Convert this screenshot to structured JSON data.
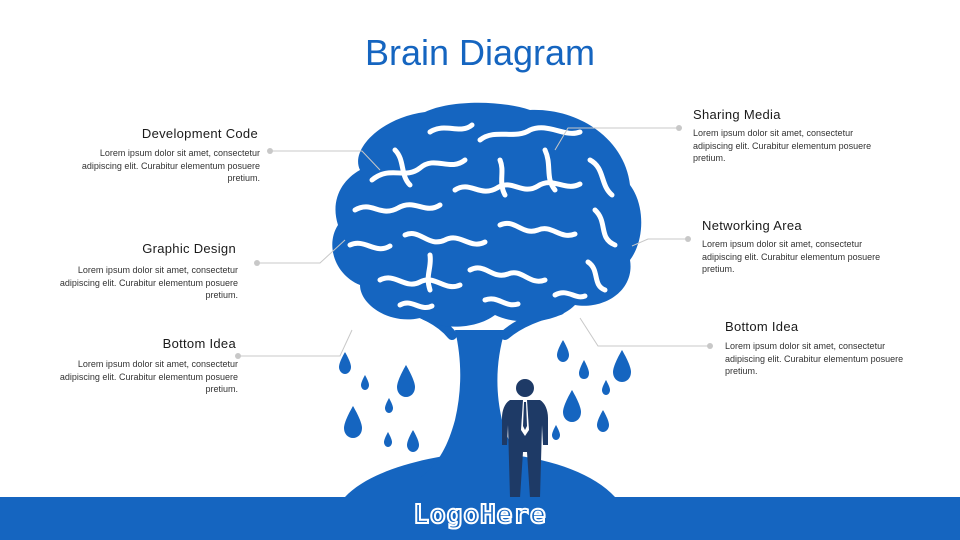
{
  "title": "Brain Diagram",
  "logo": "LogoHere",
  "colors": {
    "primary": "#1565c0",
    "dark_figure": "#1e3a66",
    "leader_line": "#c8c8c8"
  },
  "labels": {
    "development_code": {
      "heading": "Development Code",
      "body": "Lorem ipsum dolor sit amet, consectetur adipiscing elit. Curabitur elementum posuere pretium."
    },
    "graphic_design": {
      "heading": "Graphic Design",
      "body": "Lorem ipsum dolor sit amet, consectetur adipiscing elit. Curabitur elementum posuere pretium."
    },
    "bottom_idea_left": {
      "heading": "Bottom Idea",
      "body": "Lorem ipsum dolor sit amet, consectetur adipiscing elit. Curabitur elementum posuere pretium."
    },
    "sharing_media": {
      "heading": "Sharing Media",
      "body": "Lorem ipsum dolor sit amet, consectetur adipiscing elit. Curabitur elementum posuere pretium."
    },
    "networking_area": {
      "heading": "Networking Area",
      "body": "Lorem ipsum dolor sit amet, consectetur adipiscing elit. Curabitur elementum posuere pretium."
    },
    "bottom_idea_right": {
      "heading": "Bottom Idea",
      "body": "Lorem ipsum dolor sit amet, consectetur adipiscing elit. Curabitur elementum posuere pretium."
    }
  }
}
